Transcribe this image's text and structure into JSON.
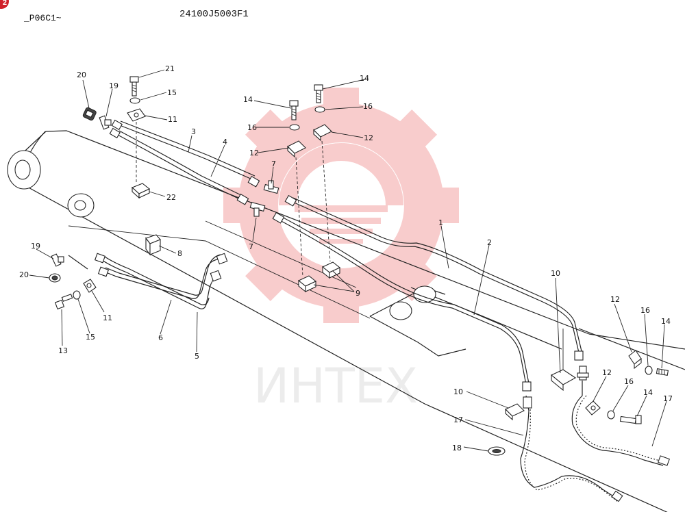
{
  "header": {
    "left_code": "_P06C1~",
    "part_code": "24100J5003F1",
    "badge": "2"
  },
  "watermark": {
    "text": "ИНТЕХ",
    "color": "#e84b4b"
  },
  "callouts": [
    {
      "id": "c20a",
      "text": "20"
    },
    {
      "id": "c19a",
      "text": "19"
    },
    {
      "id": "c21",
      "text": "21"
    },
    {
      "id": "c15a",
      "text": "15"
    },
    {
      "id": "c11a",
      "text": "11"
    },
    {
      "id": "c3",
      "text": "3"
    },
    {
      "id": "c4",
      "text": "4"
    },
    {
      "id": "c22",
      "text": "22"
    },
    {
      "id": "c14a",
      "text": "14"
    },
    {
      "id": "c16a",
      "text": "16"
    },
    {
      "id": "c12a",
      "text": "12"
    },
    {
      "id": "c7a",
      "text": "7"
    },
    {
      "id": "c7b",
      "text": "7"
    },
    {
      "id": "c14b",
      "text": "14"
    },
    {
      "id": "c16b",
      "text": "16"
    },
    {
      "id": "c12b",
      "text": "12"
    },
    {
      "id": "c1",
      "text": "1"
    },
    {
      "id": "c2",
      "text": "2"
    },
    {
      "id": "c8",
      "text": "8"
    },
    {
      "id": "c19b",
      "text": "19"
    },
    {
      "id": "c20b",
      "text": "20"
    },
    {
      "id": "c11b",
      "text": "11"
    },
    {
      "id": "c15b",
      "text": "15"
    },
    {
      "id": "c13",
      "text": "13"
    },
    {
      "id": "c6",
      "text": "6"
    },
    {
      "id": "c5",
      "text": "5"
    },
    {
      "id": "c9",
      "text": "9"
    },
    {
      "id": "c10a",
      "text": "10"
    },
    {
      "id": "c12c",
      "text": "12"
    },
    {
      "id": "c16c",
      "text": "16"
    },
    {
      "id": "c14c",
      "text": "14"
    },
    {
      "id": "c12d",
      "text": "12"
    },
    {
      "id": "c16d",
      "text": "16"
    },
    {
      "id": "c14d",
      "text": "14"
    },
    {
      "id": "c17a",
      "text": "17"
    },
    {
      "id": "c10b",
      "text": "10"
    },
    {
      "id": "c17b",
      "text": "17"
    },
    {
      "id": "c18",
      "text": "18"
    }
  ]
}
